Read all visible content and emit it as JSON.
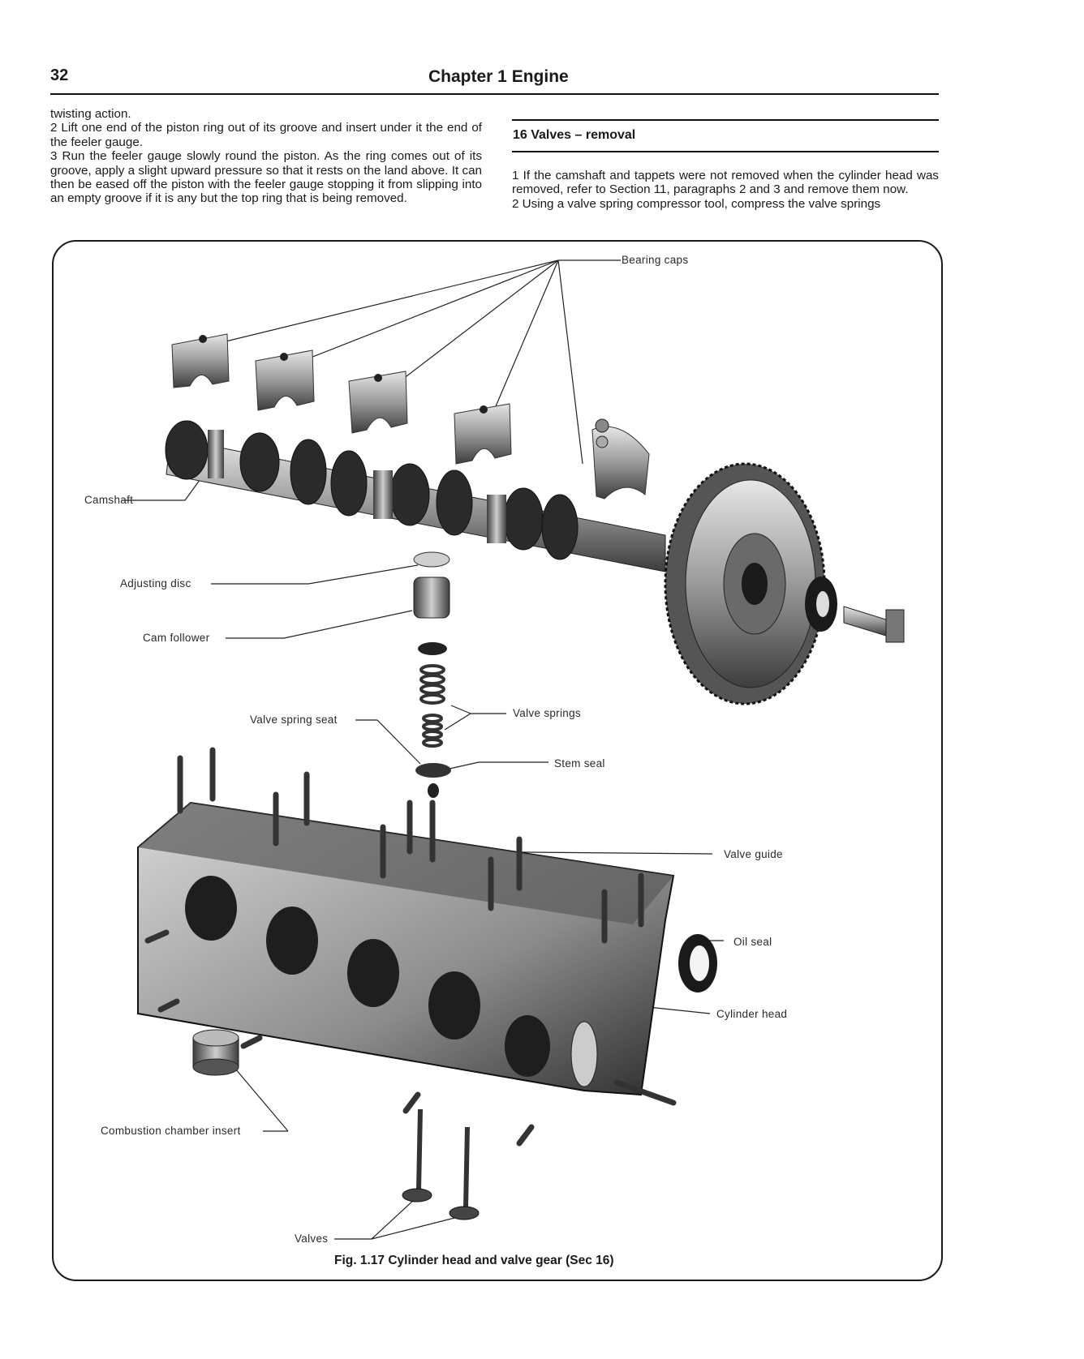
{
  "header": {
    "page_number": "32",
    "chapter": "Chapter 1  Engine"
  },
  "left_column": {
    "p1": "twisting action.",
    "p2": "2   Lift one end of the piston ring out of its groove and insert under it the end of the feeler gauge.",
    "p3": "3   Run the feeler gauge slowly round the piston. As the ring comes out of its groove, apply a slight upward pressure so that it rests on the land above. It can then be eased off the piston with the feeler gauge stopping it from slipping into an empty groove if it is any but the top ring that is being removed."
  },
  "section": {
    "heading": "16  Valves – removal",
    "p1": "1   If the camshaft and tappets were not removed when the cylinder head was removed, refer to Section 11, paragraphs 2 and 3 and remove them now.",
    "p2": "2   Using a valve spring compressor tool, compress the valve springs"
  },
  "figure": {
    "caption": "Fig. 1.17 Cylinder head and valve gear (Sec 16)",
    "labels": {
      "bearing_caps": "Bearing caps",
      "camshaft": "Camshaft",
      "adjusting_disc": "Adjusting disc",
      "cam_follower": "Cam follower",
      "valve_spring_seat": "Valve spring seat",
      "valve_springs": "Valve springs",
      "stem_seal": "Stem seal",
      "valve_guide": "Valve guide",
      "oil_seal": "Oil seal",
      "cylinder_head": "Cylinder head",
      "combustion_chamber_insert": "Combustion chamber insert",
      "valves": "Valves"
    }
  }
}
